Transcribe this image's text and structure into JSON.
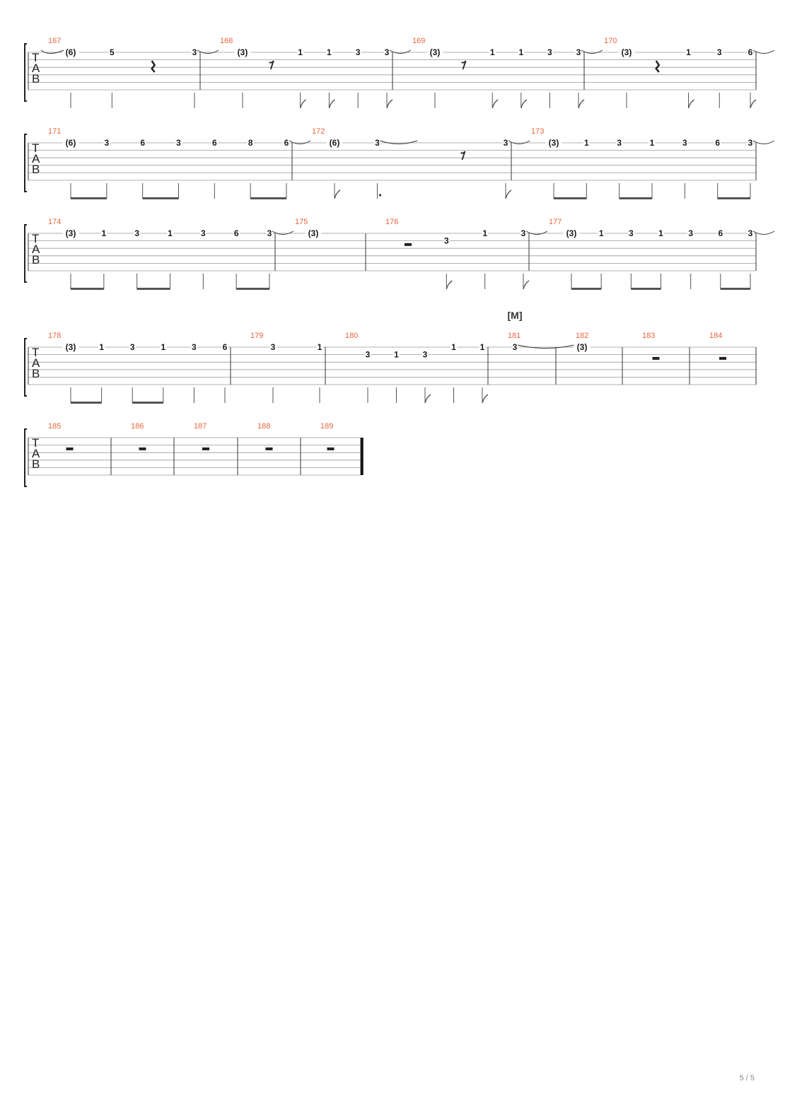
{
  "page_number": "5 / 5",
  "tab_clef": [
    "T",
    "A",
    "B"
  ],
  "systems": [
    {
      "measures": [
        {
          "number": "167",
          "events": [
            {
              "fret": "(6)",
              "string": 1,
              "dur": "q",
              "tie_in": true
            },
            {
              "fret": "5",
              "string": 1,
              "dur": "q"
            },
            {
              "rest": true,
              "dur": "q"
            },
            {
              "fret": "3",
              "string": 1,
              "dur": "q",
              "tie_out": true
            }
          ]
        },
        {
          "number": "168",
          "events": [
            {
              "fret": "(3)",
              "string": 1,
              "dur": "q"
            },
            {
              "rest": true,
              "dur": "8"
            },
            {
              "fret": "1",
              "string": 1,
              "dur": "8"
            },
            {
              "fret": "1",
              "string": 1,
              "dur": "8"
            },
            {
              "fret": "3",
              "string": 1,
              "dur": "q"
            },
            {
              "fret": "3",
              "string": 1,
              "dur": "8",
              "tie_out": true
            }
          ]
        },
        {
          "number": "169",
          "events": [
            {
              "fret": "(3)",
              "string": 1,
              "dur": "q"
            },
            {
              "rest": true,
              "dur": "8"
            },
            {
              "fret": "1",
              "string": 1,
              "dur": "8"
            },
            {
              "fret": "1",
              "string": 1,
              "dur": "8"
            },
            {
              "fret": "3",
              "string": 1,
              "dur": "q"
            },
            {
              "fret": "3",
              "string": 1,
              "dur": "8",
              "tie_out": true
            }
          ]
        },
        {
          "number": "170",
          "events": [
            {
              "fret": "(3)",
              "string": 1,
              "dur": "q"
            },
            {
              "rest": true,
              "dur": "q4"
            },
            {
              "fret": "1",
              "string": 1,
              "dur": "8"
            },
            {
              "fret": "3",
              "string": 1,
              "dur": "q"
            },
            {
              "fret": "6",
              "string": 1,
              "dur": "8",
              "tie_out": true
            }
          ]
        }
      ]
    },
    {
      "measures": [
        {
          "number": "171",
          "events": [
            {
              "fret": "(6)",
              "string": 1,
              "dur": "8",
              "beam": 1
            },
            {
              "fret": "3",
              "string": 1,
              "dur": "8",
              "beam": 1
            },
            {
              "fret": "6",
              "string": 1,
              "dur": "8",
              "beam": 2
            },
            {
              "fret": "3",
              "string": 1,
              "dur": "8",
              "beam": 2
            },
            {
              "fret": "6",
              "string": 1,
              "dur": "q"
            },
            {
              "fret": "8",
              "string": 1,
              "dur": "8",
              "beam": 3
            },
            {
              "fret": "6",
              "string": 1,
              "dur": "8",
              "beam": 3,
              "tie_out": true
            }
          ]
        },
        {
          "number": "172",
          "events": [
            {
              "fret": "(6)",
              "string": 1,
              "dur": "8"
            },
            {
              "fret": "3",
              "string": 1,
              "dur": "qd",
              "tie_out": true
            },
            {
              "spacer": true
            },
            {
              "rest": true,
              "dur": "8"
            },
            {
              "fret": "3",
              "string": 1,
              "dur": "8",
              "tie_out": true
            }
          ]
        },
        {
          "number": "173",
          "events": [
            {
              "fret": "(3)",
              "string": 1,
              "dur": "8",
              "beam": 1
            },
            {
              "fret": "1",
              "string": 1,
              "dur": "8",
              "beam": 1
            },
            {
              "fret": "3",
              "string": 1,
              "dur": "8",
              "beam": 2
            },
            {
              "fret": "1",
              "string": 1,
              "dur": "8",
              "beam": 2
            },
            {
              "fret": "3",
              "string": 1,
              "dur": "q"
            },
            {
              "fret": "6",
              "string": 1,
              "dur": "8",
              "beam": 3
            },
            {
              "fret": "3",
              "string": 1,
              "dur": "8",
              "beam": 3,
              "tie_out": true
            }
          ]
        }
      ]
    },
    {
      "measures": [
        {
          "number": "174",
          "events": [
            {
              "fret": "(3)",
              "string": 1,
              "dur": "8",
              "beam": 1
            },
            {
              "fret": "1",
              "string": 1,
              "dur": "8",
              "beam": 1
            },
            {
              "fret": "3",
              "string": 1,
              "dur": "8",
              "beam": 2
            },
            {
              "fret": "1",
              "string": 1,
              "dur": "8",
              "beam": 2
            },
            {
              "fret": "3",
              "string": 1,
              "dur": "q"
            },
            {
              "fret": "6",
              "string": 1,
              "dur": "8",
              "beam": 3
            },
            {
              "fret": "3",
              "string": 1,
              "dur": "8",
              "beam": 3,
              "tie_out": true
            }
          ]
        },
        {
          "number": "175",
          "events": [
            {
              "fret": "(3)",
              "string": 1,
              "dur": "w"
            }
          ]
        },
        {
          "number": "176",
          "events": [
            {
              "rest": true,
              "dur": "h"
            },
            {
              "fret": "3",
              "string": 2,
              "dur": "8"
            },
            {
              "fret": "1",
              "string": 1,
              "dur": "q"
            },
            {
              "fret": "3",
              "string": 1,
              "dur": "8",
              "tie_out": true
            }
          ]
        },
        {
          "number": "177",
          "events": [
            {
              "fret": "(3)",
              "string": 1,
              "dur": "8",
              "beam": 1
            },
            {
              "fret": "1",
              "string": 1,
              "dur": "8",
              "beam": 1
            },
            {
              "fret": "3",
              "string": 1,
              "dur": "8",
              "beam": 2
            },
            {
              "fret": "1",
              "string": 1,
              "dur": "8",
              "beam": 2
            },
            {
              "fret": "3",
              "string": 1,
              "dur": "q"
            },
            {
              "fret": "6",
              "string": 1,
              "dur": "8",
              "beam": 3
            },
            {
              "fret": "3",
              "string": 1,
              "dur": "8",
              "beam": 3,
              "tie_out": true
            }
          ]
        }
      ]
    },
    {
      "section_marker": "[M]",
      "measures": [
        {
          "number": "178",
          "events": [
            {
              "fret": "(3)",
              "string": 1,
              "dur": "8",
              "beam": 1
            },
            {
              "fret": "1",
              "string": 1,
              "dur": "8",
              "beam": 1
            },
            {
              "fret": "3",
              "string": 1,
              "dur": "8",
              "beam": 2
            },
            {
              "fret": "1",
              "string": 1,
              "dur": "8",
              "beam": 2
            },
            {
              "fret": "3",
              "string": 1,
              "dur": "q"
            },
            {
              "fret": "6",
              "string": 1,
              "dur": "q"
            }
          ]
        },
        {
          "number": "179",
          "events": [
            {
              "fret": "3",
              "string": 1,
              "dur": "q"
            },
            {
              "fret": "1",
              "string": 1,
              "dur": "q"
            }
          ]
        },
        {
          "number": "180",
          "events": [
            {
              "fret": "3",
              "string": 2,
              "dur": "q"
            },
            {
              "fret": "1",
              "string": 2,
              "dur": "q"
            },
            {
              "fret": "3",
              "string": 2,
              "dur": "8"
            },
            {
              "fret": "1",
              "string": 1,
              "dur": "q"
            },
            {
              "fret": "1",
              "string": 1,
              "dur": "8"
            }
          ]
        },
        {
          "number": "181",
          "events": [
            {
              "fret": "3",
              "string": 1,
              "dur": "w",
              "tie_out": true
            }
          ]
        },
        {
          "number": "182",
          "events": [
            {
              "fret": "(3)",
              "string": 1,
              "dur": "w"
            }
          ]
        },
        {
          "number": "183",
          "events": [
            {
              "rest": true,
              "dur": "h"
            }
          ]
        },
        {
          "number": "184",
          "events": [
            {
              "rest": true,
              "dur": "h"
            }
          ]
        }
      ]
    },
    {
      "measures": [
        {
          "number": "185",
          "events": [
            {
              "rest": true,
              "dur": "h"
            }
          ]
        },
        {
          "number": "186",
          "events": [
            {
              "rest": true,
              "dur": "h"
            }
          ]
        },
        {
          "number": "187",
          "events": [
            {
              "rest": true,
              "dur": "h"
            }
          ]
        },
        {
          "number": "188",
          "events": [
            {
              "rest": true,
              "dur": "h"
            }
          ]
        },
        {
          "number": "189",
          "events": [
            {
              "rest": true,
              "dur": "h"
            }
          ],
          "final_barline": true
        }
      ]
    }
  ]
}
